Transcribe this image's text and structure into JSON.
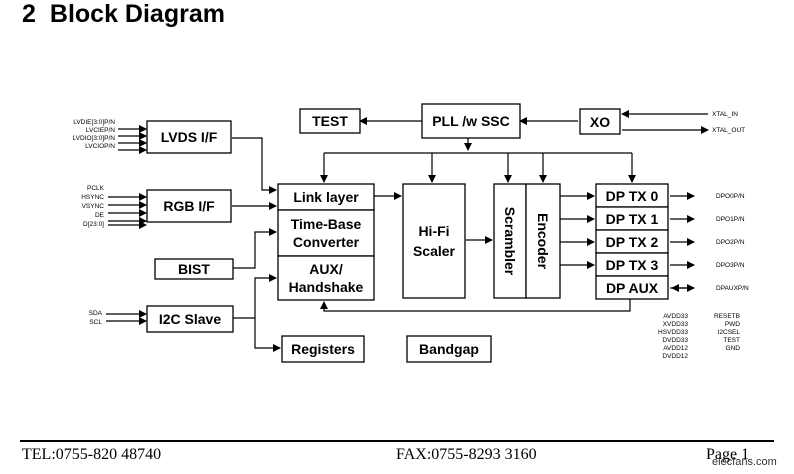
{
  "heading": {
    "number": "2",
    "title": "Block Diagram"
  },
  "diagram": {
    "blocks": {
      "lvds": "LVDS I/F",
      "rgb": "RGB I/F",
      "bist": "BIST",
      "i2c": "I2C Slave",
      "test": "TEST",
      "pll": "PLL /w SSC",
      "xo": "XO",
      "link": "Link layer",
      "timebase": [
        "Time-Base",
        "Converter"
      ],
      "aux": [
        "AUX/",
        "Handshake"
      ],
      "registers": "Registers",
      "bandgap": "Bandgap",
      "scaler": [
        "Hi-Fi",
        "Scaler"
      ],
      "scrambler": "Scrambler",
      "encoder": "Encoder",
      "dptx0": "DP TX 0",
      "dptx1": "DP TX 1",
      "dptx2": "DP TX 2",
      "dptx3": "DP TX 3",
      "dpaux": "DP AUX"
    },
    "signals": {
      "lvds_in": [
        "LVDIE[3:0]P/N",
        "LVCIEP/N",
        "LVDIO[3:0]P/N",
        "LVCIOP/N"
      ],
      "rgb_in": [
        "PCLK",
        "HSYNC",
        "VSYNC",
        "DE",
        "D[23:0]"
      ],
      "i2c_in": [
        "SDA",
        "SCL"
      ],
      "xtal": [
        "XTAL_IN",
        "XTAL_OUT"
      ],
      "dp_out": [
        "DPO0P/N",
        "DPO1P/N",
        "DPO2P/N",
        "DPO3P/N",
        "DPAUXP/N"
      ],
      "power_pins": [
        "AVDD33",
        "XVDD33",
        "HSVDD33",
        "DVDD33",
        "AVDD12",
        "DVDD12"
      ],
      "control_pins": [
        "RESETB",
        "PWD",
        "I2CSEL",
        "TEST",
        "GND"
      ]
    }
  },
  "footer": {
    "tel": "TEL:0755-820 48740",
    "fax": "FAX:0755-8293 3160",
    "page": "Page 1",
    "watermark": "elecfans.com"
  }
}
